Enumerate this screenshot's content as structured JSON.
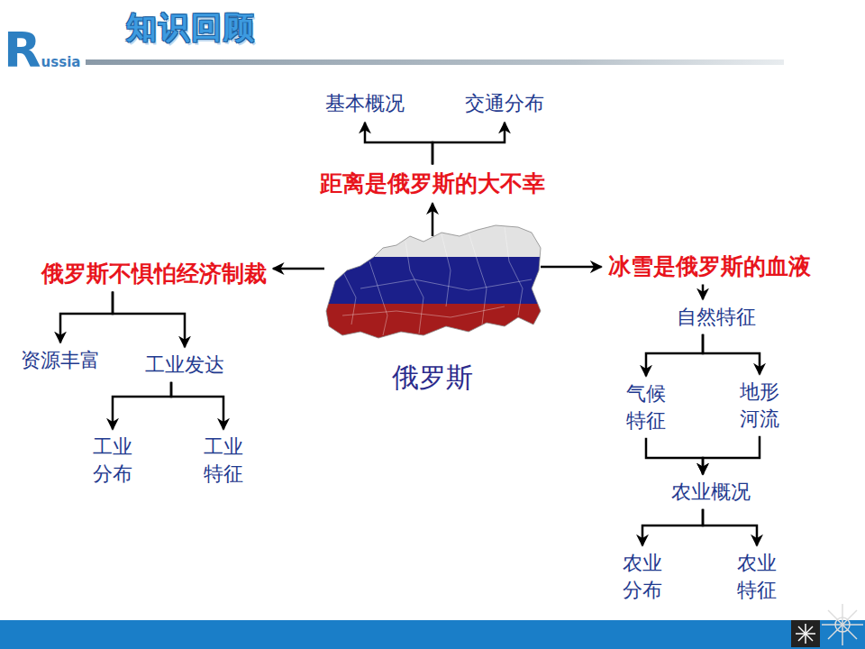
{
  "diagram": {
    "title": "知识回顾",
    "nodes": [
      {
        "text": [
          "俄罗斯"
        ]
      },
      {
        "text": [
          "距离是俄罗斯的大不幸"
        ]
      },
      {
        "text": [
          "基本概况"
        ]
      },
      {
        "text": [
          "交通分布"
        ]
      },
      {
        "text": [
          "俄罗斯不惧怕经济制裁"
        ]
      },
      {
        "text": [
          "资源丰富"
        ]
      },
      {
        "text": [
          "工业发达"
        ]
      },
      {
        "text": [
          "工业 分布"
        ]
      },
      {
        "text": [
          "工业 特征"
        ]
      },
      {
        "text": [
          "冰雪是俄罗斯的血液"
        ]
      },
      {
        "text": [
          "自然特征"
        ]
      },
      {
        "text": [
          "气候 特征"
        ]
      },
      {
        "text": [
          "地形 河流"
        ]
      },
      {
        "text": [
          "农业概况"
        ]
      },
      {
        "text": [
          "农业 分布"
        ]
      },
      {
        "text": [
          "农业 特征"
        ]
      }
    ],
    "edges": [
      {
        "from": 0,
        "to": 1,
        "arrow": "to"
      },
      {
        "from": 1,
        "to": 2,
        "arrow": "to"
      },
      {
        "from": 1,
        "to": 3,
        "arrow": "to"
      },
      {
        "from": 0,
        "to": 4,
        "arrow": "to"
      },
      {
        "from": 0,
        "to": 9,
        "arrow": "to"
      },
      {
        "from": 4,
        "to": 5,
        "arrow": "to"
      },
      {
        "from": 4,
        "to": 6,
        "arrow": "to"
      },
      {
        "from": 6,
        "to": 7,
        "arrow": "to"
      },
      {
        "from": 6,
        "to": 8,
        "arrow": "to"
      },
      {
        "from": 9,
        "to": 10,
        "arrow": "to"
      },
      {
        "from": 10,
        "to": 11,
        "arrow": "to"
      },
      {
        "from": 10,
        "to": 12,
        "arrow": "to"
      },
      {
        "from": 11,
        "to": 13,
        "arrow": "to"
      },
      {
        "from": 12,
        "to": 13,
        "arrow": "to"
      },
      {
        "from": 13,
        "to": 14,
        "arrow": "to"
      },
      {
        "from": 13,
        "to": 15,
        "arrow": "to"
      }
    ],
    "labels": [
      "Russia"
    ]
  }
}
